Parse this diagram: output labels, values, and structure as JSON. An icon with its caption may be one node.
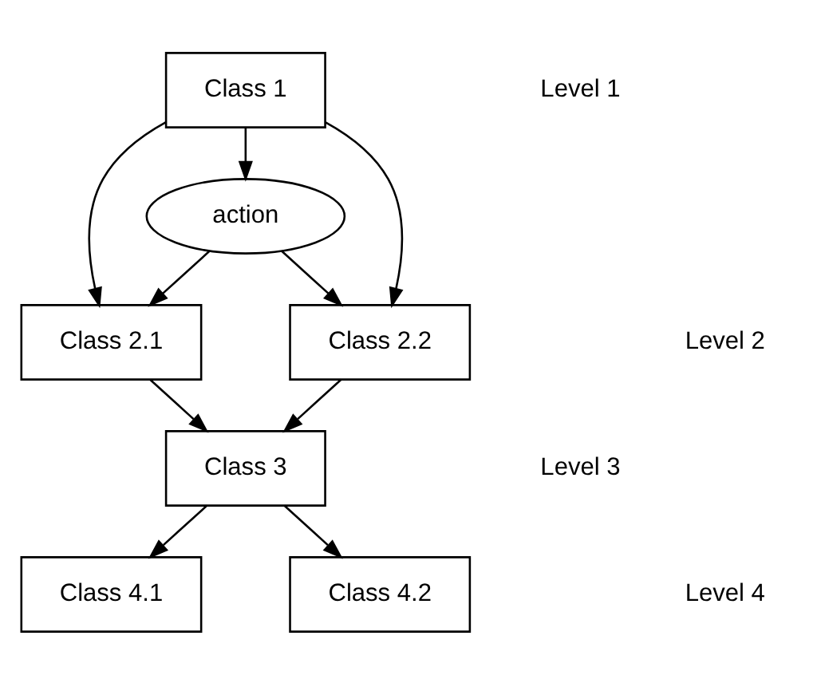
{
  "diagram": {
    "nodes": [
      {
        "text": [
          "Class 1"
        ]
      },
      {
        "text": [
          "action"
        ]
      },
      {
        "text": [
          "Class 2.1"
        ]
      },
      {
        "text": [
          "Class 2.2"
        ]
      },
      {
        "text": [
          "Class 3"
        ]
      },
      {
        "text": [
          "Class 4.1"
        ]
      },
      {
        "text": [
          "Class 4.2"
        ]
      }
    ],
    "edges": [
      {
        "from": 0,
        "to": 1,
        "arrow": "to"
      },
      {
        "from": 0,
        "to": 2,
        "arrow": "to"
      },
      {
        "from": 0,
        "to": 3,
        "arrow": "to"
      },
      {
        "from": 1,
        "to": 2,
        "arrow": "to"
      },
      {
        "from": 1,
        "to": 3,
        "arrow": "to"
      },
      {
        "from": 2,
        "to": 4,
        "arrow": "to"
      },
      {
        "from": 3,
        "to": 4,
        "arrow": "to"
      },
      {
        "from": 4,
        "to": 5,
        "arrow": "to"
      },
      {
        "from": 4,
        "to": 6,
        "arrow": "to"
      }
    ],
    "labels": [
      "Level 1",
      "Level 2",
      "Level 3",
      "Level 4"
    ]
  }
}
